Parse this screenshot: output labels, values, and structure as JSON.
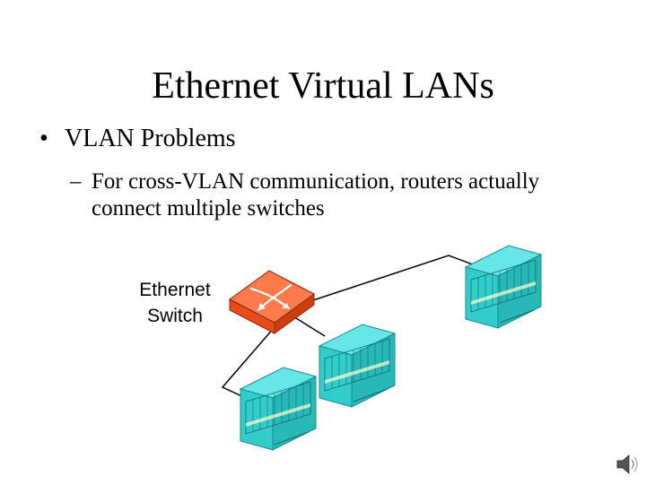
{
  "slide": {
    "title": "Ethernet Virtual LANs",
    "bullet1_marker": "•",
    "bullet1": "VLAN Problems",
    "bullet2_marker": "–",
    "bullet2": "For cross-VLAN communication, routers actually connect multiple switches"
  },
  "diagram": {
    "switch_label_line1": "Ethernet",
    "switch_label_line2": "Switch",
    "router_color": "#33cccc",
    "switch_color": "#ff6633",
    "link_color": "#000000"
  },
  "icons": {
    "speaker": "speaker-icon"
  }
}
